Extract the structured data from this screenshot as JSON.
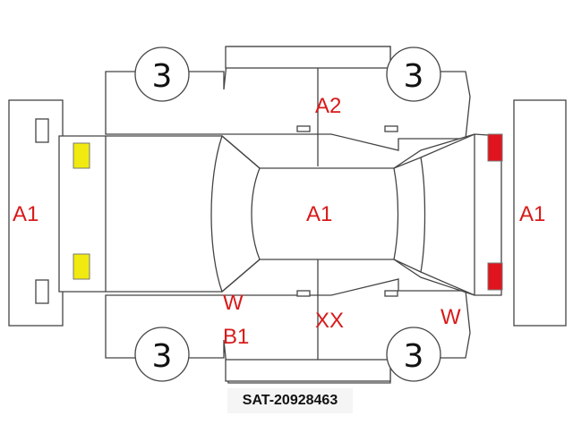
{
  "damage_marks": {
    "front_bumper": "A1",
    "hood": "A1",
    "rear_bumper": "A1",
    "roof": "A2",
    "right_door_front": "W",
    "right_door_front_lower": "B1",
    "right_door_rear": "XX",
    "right_rear_quarter": "W"
  },
  "wheels": {
    "front_left": "3",
    "rear_left": "3",
    "front_right": "3",
    "rear_right": "3"
  },
  "caption": "SAT-20928463",
  "colors": {
    "mark_text": "#d81a1a",
    "front_lights": "#f0ea10",
    "rear_lights": "#e0141e"
  }
}
